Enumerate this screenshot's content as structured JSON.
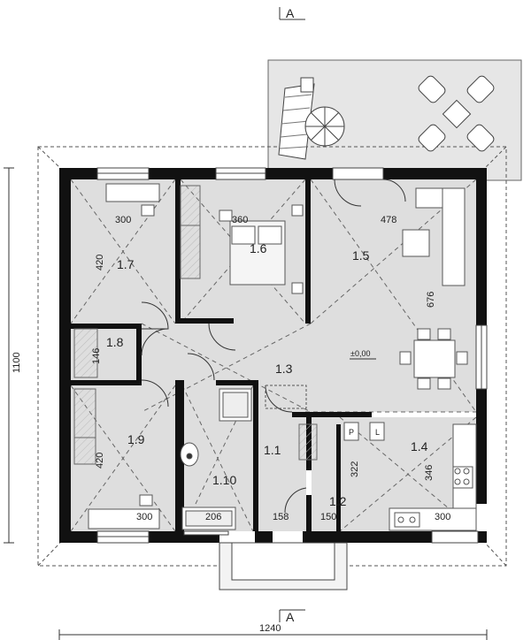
{
  "plan": {
    "section_label": "A",
    "rooms": [
      {
        "id": "1.1",
        "label": "1.1"
      },
      {
        "id": "1.2",
        "label": "1.2"
      },
      {
        "id": "1.3",
        "label": "1.3"
      },
      {
        "id": "1.4",
        "label": "1.4"
      },
      {
        "id": "1.5",
        "label": "1.5"
      },
      {
        "id": "1.6",
        "label": "1.6"
      },
      {
        "id": "1.7",
        "label": "1.7"
      },
      {
        "id": "1.8",
        "label": "1.8"
      },
      {
        "id": "1.9",
        "label": "1.9"
      },
      {
        "id": "1.10",
        "label": "1.10"
      }
    ],
    "dimensions": {
      "r17_width": "300",
      "r17_height": "420",
      "r16_width": "360",
      "r15_width": "478",
      "r15_height": "676",
      "r18_height": "146",
      "r19_height": "420",
      "r19_width": "300",
      "r110_width": "206",
      "r11_width": "158",
      "r12_width": "150",
      "r12_height": "322",
      "r14_height": "346",
      "r14_width": "300"
    },
    "overall": {
      "width": "1240",
      "height": "1100"
    },
    "level_mark": "±0,00",
    "appliance_labels": {
      "fridge": "P",
      "l": "L"
    }
  }
}
